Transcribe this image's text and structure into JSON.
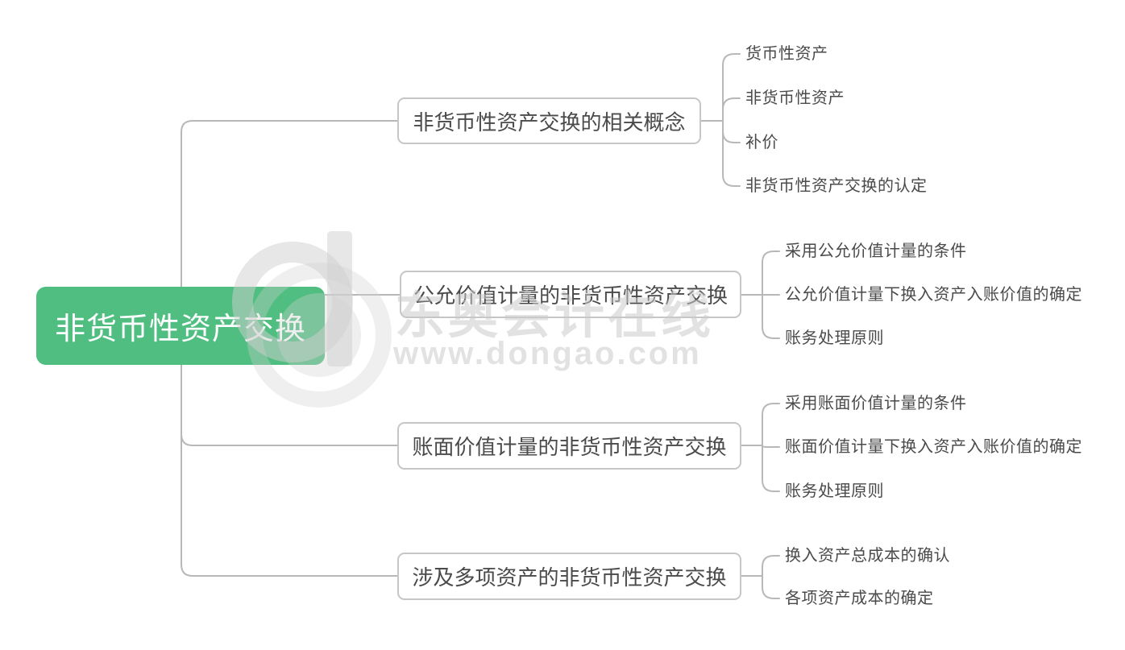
{
  "root": {
    "label": "非货币性资产交换"
  },
  "branches": [
    {
      "label": "非货币性资产交换的相关概念",
      "children": [
        "货币性资产",
        "非货币性资产",
        "补价",
        "非货币性资产交换的认定"
      ]
    },
    {
      "label": "公允价值计量的非货币性资产交换",
      "children": [
        "采用公允价值计量的条件",
        "公允价值计量下换入资产入账价值的确定",
        "账务处理原则"
      ]
    },
    {
      "label": "账面价值计量的非货币性资产交换",
      "children": [
        "采用账面价值计量的条件",
        "账面价值计量下换入资产入账价值的确定",
        "账务处理原则"
      ]
    },
    {
      "label": "涉及多项资产的非货币性资产交换",
      "children": [
        "换入资产总成本的确认",
        "各项资产成本的确定"
      ]
    }
  ],
  "watermark": {
    "site_name": "东奥会计在线",
    "url": "www.dongao.com",
    "logo": "dongao-d-logo"
  },
  "colors": {
    "root_bg": "#4FBE80",
    "root_text": "#FFFFFF",
    "node_text": "#4A4A4A",
    "node_border": "#C6C6C6",
    "connector": "#B8B8B8",
    "watermark_gray": "#E9E9E9"
  }
}
